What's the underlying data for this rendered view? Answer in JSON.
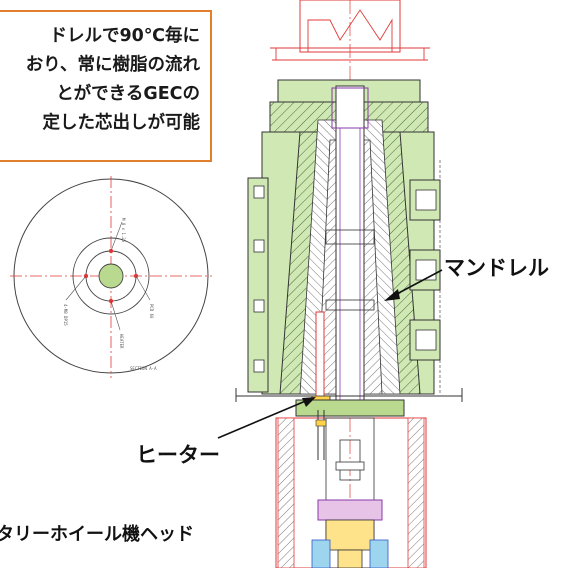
{
  "callout": {
    "lines": [
      "ドレルで90℃毎に",
      "おり、常に樹脂の流れ",
      "とができるGECの",
      "定した芯出しが可能"
    ]
  },
  "labels": {
    "mandrel": "マンドレル",
    "heater": "ヒーター",
    "caption": "タリーホイール機ヘッド"
  },
  "colors": {
    "callout_border": "#e0802c",
    "body_fill": "#cfe8b4",
    "line_red": "#e03a3a",
    "line_blue": "#3355cc",
    "line_purple": "#8a3aa8",
    "line_dark": "#333333"
  }
}
